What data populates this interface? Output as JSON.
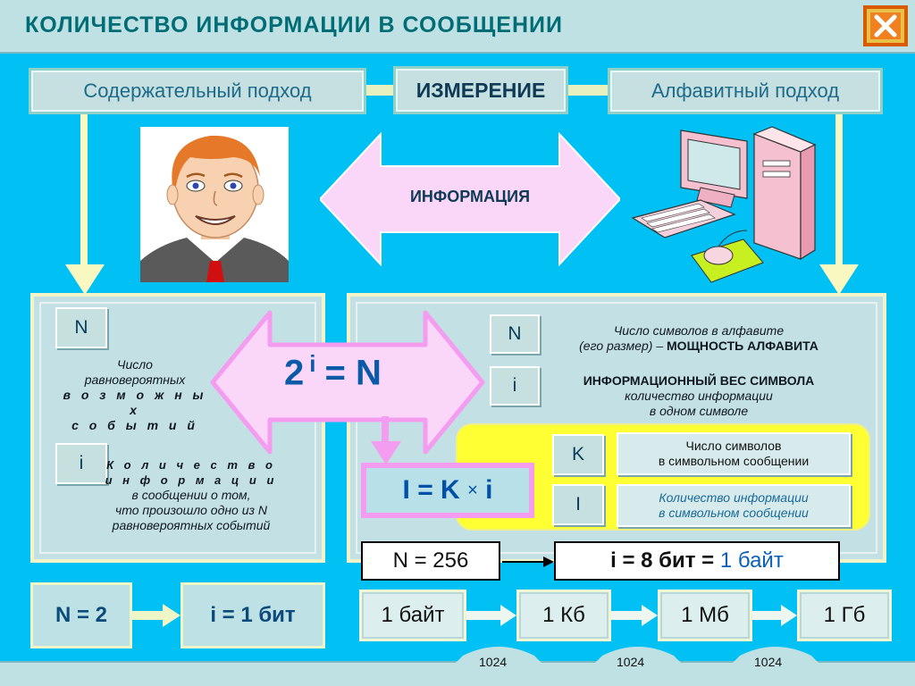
{
  "window": {
    "title": "КОЛИЧЕСТВО  ИНФОРМАЦИИ  В  СООБЩЕНИИ",
    "close_icon": "close-x-icon"
  },
  "header_boxes": {
    "left": "Содержательный  подход",
    "middle": "ИЗМЕРЕНИЕ",
    "right": "Алфавитный  подход"
  },
  "center_arrow": {
    "label": "ИНФОРМАЦИЯ"
  },
  "left_panel": {
    "n_tag": "N",
    "n_desc": [
      "Число",
      "равновероятных",
      "в о з м о ж н ы х",
      "с о б ы т и й"
    ],
    "i_tag": "i",
    "i_desc": [
      "К о л и ч е с т в о",
      "и н ф о р м а ц и и",
      "в    сообщении    о    том,",
      "что  произошло  одно  из  N",
      "равновероятных  событий"
    ]
  },
  "main_formula": {
    "base": "2",
    "exponent": "i",
    "rest": "=  N"
  },
  "right_panel": {
    "n_tag": "N",
    "n_desc_line1": "Число  символов  в  алфавите",
    "n_desc_line2_prefix": "(его  размер) –",
    "n_desc_line2_bold": "МОЩНОСТЬ  АЛФАВИТА",
    "i_tag": "i",
    "i_desc_title": "ИНФОРМАЦИОННЫЙ  ВЕС  СИМВОЛА",
    "i_desc_line2": "количество  информации",
    "i_desc_line3": "в  одном  символе",
    "k_tag": "K",
    "k_desc": [
      "Число  символов",
      "в символьном  сообщении"
    ],
    "l_tag": "I",
    "l_desc": [
      "Количество  информации",
      "в  символьном  сообщении"
    ],
    "formula_left": "I = K",
    "formula_times": "×",
    "formula_right": "i"
  },
  "calc": {
    "n256": "N = 256",
    "i8_prefix": "i = 8 бит =",
    "i8_highlight": "1 байт",
    "n2": "N = 2",
    "i1": "i = 1 бит"
  },
  "units": {
    "items": [
      "1 байт",
      "1 Кб",
      "1 Мб",
      "1 Гб"
    ],
    "factors": [
      "1024",
      "1024",
      "1024"
    ]
  },
  "colors": {
    "background": "#00c0f4",
    "panel": "#c3e0e4",
    "title_text": "#006d76",
    "pink_arrow": "#f9d6f6",
    "pink_border": "#f49cf0",
    "yellow_arrow": "#f8f8c0",
    "highlight_blue": "#0b60b8"
  }
}
